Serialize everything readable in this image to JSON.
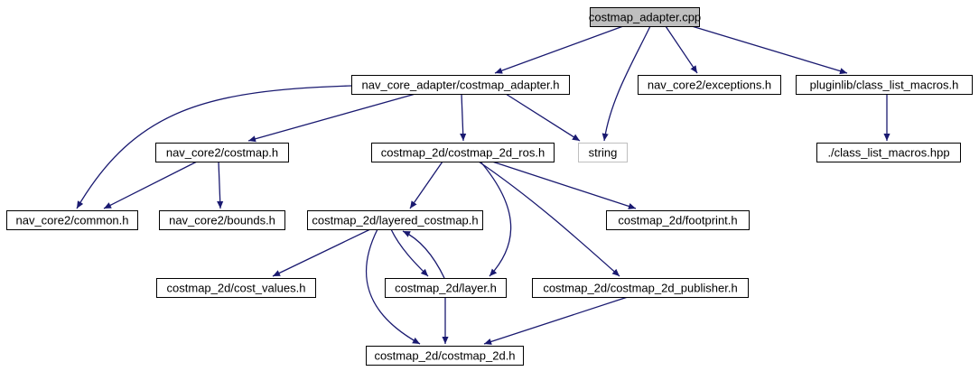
{
  "diagram": {
    "type": "include-dependency-graph",
    "colors": {
      "root_fill": "#bfbfbf",
      "node_fill": "#ffffff",
      "node_border": "#000000",
      "external_border": "#bfbfbf",
      "edge": "#191970",
      "text": "#000000"
    },
    "nodes": [
      {
        "id": "root",
        "label": "costmap_adapter.cpp",
        "style": "root"
      },
      {
        "id": "adapter_h",
        "label": "nav_core_adapter/costmap_adapter.h",
        "style": "normal"
      },
      {
        "id": "exceptions",
        "label": "nav_core2/exceptions.h",
        "style": "normal"
      },
      {
        "id": "class_list_macros_h",
        "label": "pluginlib/class_list_macros.h",
        "style": "normal"
      },
      {
        "id": "costmap_h",
        "label": "nav_core2/costmap.h",
        "style": "normal"
      },
      {
        "id": "costmap_2d_ros",
        "label": "costmap_2d/costmap_2d_ros.h",
        "style": "normal"
      },
      {
        "id": "string",
        "label": "string",
        "style": "external"
      },
      {
        "id": "class_list_macros_hpp",
        "label": "./class_list_macros.hpp",
        "style": "normal"
      },
      {
        "id": "common",
        "label": "nav_core2/common.h",
        "style": "normal"
      },
      {
        "id": "bounds",
        "label": "nav_core2/bounds.h",
        "style": "normal"
      },
      {
        "id": "layered",
        "label": "costmap_2d/layered_costmap.h",
        "style": "normal"
      },
      {
        "id": "footprint",
        "label": "costmap_2d/footprint.h",
        "style": "normal"
      },
      {
        "id": "cost_values",
        "label": "costmap_2d/cost_values.h",
        "style": "normal"
      },
      {
        "id": "layer",
        "label": "costmap_2d/layer.h",
        "style": "normal"
      },
      {
        "id": "publisher",
        "label": "costmap_2d/costmap_2d_publisher.h",
        "style": "normal"
      },
      {
        "id": "costmap_2d_h",
        "label": "costmap_2d/costmap_2d.h",
        "style": "normal"
      }
    ],
    "edges": [
      {
        "from": "root",
        "to": "adapter_h"
      },
      {
        "from": "root",
        "to": "string"
      },
      {
        "from": "root",
        "to": "exceptions"
      },
      {
        "from": "root",
        "to": "class_list_macros_h"
      },
      {
        "from": "adapter_h",
        "to": "common"
      },
      {
        "from": "adapter_h",
        "to": "costmap_h"
      },
      {
        "from": "adapter_h",
        "to": "costmap_2d_ros"
      },
      {
        "from": "adapter_h",
        "to": "string"
      },
      {
        "from": "class_list_macros_h",
        "to": "class_list_macros_hpp"
      },
      {
        "from": "costmap_h",
        "to": "common"
      },
      {
        "from": "costmap_h",
        "to": "bounds"
      },
      {
        "from": "costmap_2d_ros",
        "to": "layered"
      },
      {
        "from": "costmap_2d_ros",
        "to": "layer"
      },
      {
        "from": "costmap_2d_ros",
        "to": "footprint"
      },
      {
        "from": "costmap_2d_ros",
        "to": "publisher"
      },
      {
        "from": "layered",
        "to": "cost_values"
      },
      {
        "from": "layered",
        "to": "layer"
      },
      {
        "from": "layered",
        "to": "costmap_2d_h"
      },
      {
        "from": "layer",
        "to": "layered"
      },
      {
        "from": "layer",
        "to": "costmap_2d_h"
      },
      {
        "from": "publisher",
        "to": "costmap_2d_h"
      }
    ]
  }
}
